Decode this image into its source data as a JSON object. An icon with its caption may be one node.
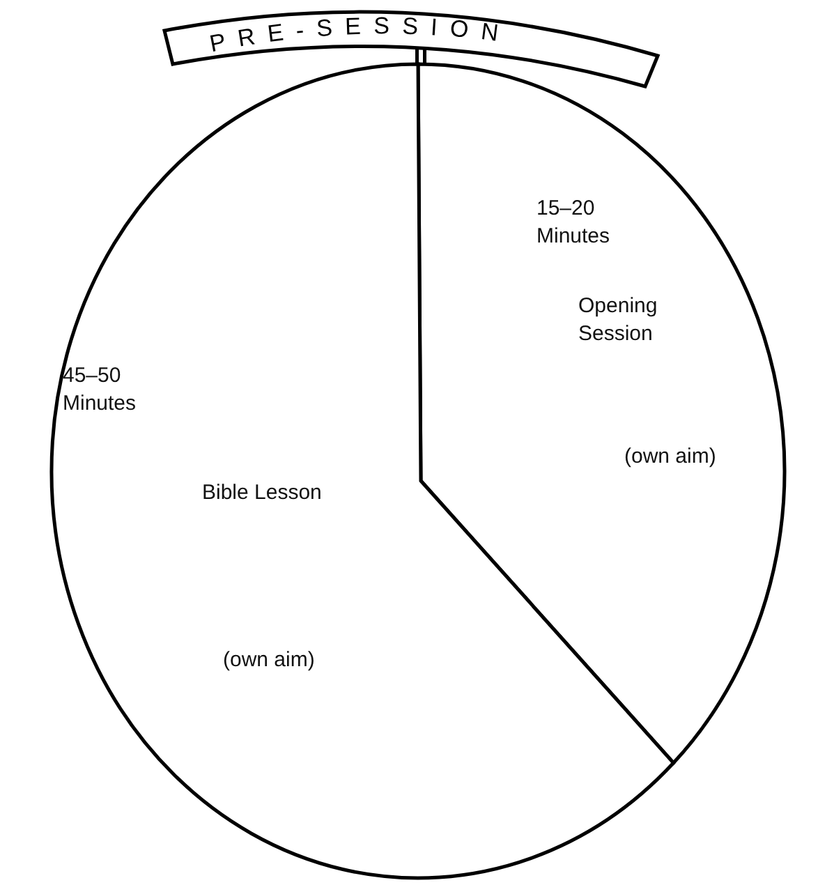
{
  "diagram": {
    "nodes": [
      {
        "text": [
          "PRE-SESSION"
        ]
      },
      {
        "text": [
          "15–20 Minutes",
          "Opening Session",
          "(own aim)"
        ]
      },
      {
        "text": [
          "45–50 Minutes",
          "Bible Lesson",
          "(own aim)"
        ]
      }
    ]
  }
}
